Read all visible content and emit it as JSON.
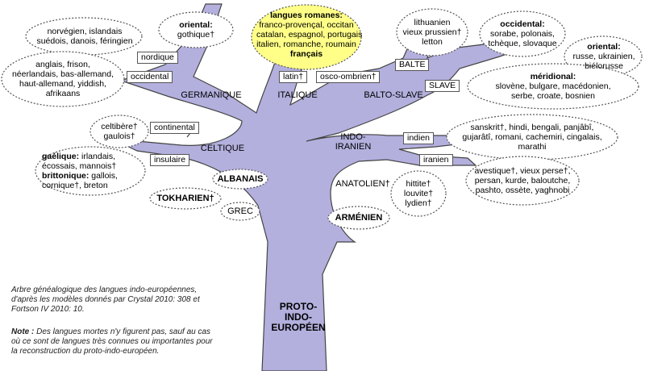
{
  "colors": {
    "tree": "#b3b0de",
    "highlight": "#ffff88",
    "outline": "#444444"
  },
  "root": [
    "PROTO-",
    "INDO-",
    "EUROPÉEN"
  ],
  "branches": {
    "germanique": "GERMANIQUE",
    "italique": "ITALIQUE",
    "balto_slave": "BALTO-SLAVE",
    "celtique": "CELTIQUE",
    "indo_iranien": [
      "INDO-",
      "IRANIEN"
    ],
    "anatolien": "ANATOLIEN†",
    "albanais": "ALBANAIS",
    "tokharien": "TOKHARIEN†",
    "grec": "GREC",
    "armenien": "ARMÉNIEN"
  },
  "boxes": {
    "nordique": "nordique",
    "occidental": "occidental",
    "latin": "latin†",
    "osco_ombrien": "osco-ombrien†",
    "balte": "BALTE",
    "slave": "SLAVE",
    "continental": "continental",
    "insulaire": "insulaire",
    "indien": "indien",
    "iranien": "iranien"
  },
  "clouds": {
    "oriental_germ": {
      "head": "oriental:",
      "lines": [
        "gothique†"
      ]
    },
    "nordique_langs": [
      "norvégien, islandais",
      "suédois, danois, féringien"
    ],
    "occidental_germ": [
      "anglais, frison,",
      "néerlandais, bas-allemand,",
      "haut-allemand, yiddish,",
      "afrikaans"
    ],
    "romanes": {
      "head": "langues romanes:",
      "lines": [
        "franco-provençal, occitan",
        "catalan, espagnol, portugais",
        "italien, romanche, roumain"
      ],
      "tail": "français"
    },
    "baltic": [
      "lithuanien",
      "vieux prussien†",
      "letton"
    ],
    "slave_occ": {
      "head": "occidental:",
      "lines": [
        "sorabe, polonais,",
        "tchèque, slovaque"
      ]
    },
    "slave_or": {
      "head": "oriental:",
      "lines": [
        "russe, ukrainien,",
        "biélorusse"
      ]
    },
    "slave_mer": {
      "head": "méridional:",
      "lines": [
        "slovène, bulgare, macédonien,",
        "serbe, croate, bosnien"
      ]
    },
    "celt_cont": [
      "celtibère†",
      "gaulois†"
    ],
    "celt_ins": {
      "gael_head": "gaélique:",
      "gael_1": " irlandais,",
      "gael_2": "écossais, mannois†",
      "brit_head": "brittonique:",
      "brit_1": " gallois,",
      "brit_2": "cornique†, breton"
    },
    "indien_langs": [
      "sanskrit†, hindi, bengali, panjâbî,",
      "gujarâtî, romani, cachemiri, cingalais,",
      "marathi"
    ],
    "iranien_langs": [
      "avestique†, vieux perse†,",
      "persan, kurde, baloutche,",
      "pashto, ossète, yaghnobi"
    ],
    "anatol_langs": [
      "hittite†",
      "louvite†",
      "lydien†"
    ]
  },
  "caption": {
    "p1": [
      "Arbre généalogique des langues indo-européennes,",
      "d'après les modèles donnés par Crystal 2010: 308 et",
      "Fortson IV 2010: 10."
    ],
    "note_head": "Note :",
    "p2": [
      " Des langues mortes n'y figurent pas, sauf au cas",
      "où ce sont de langues très connues ou importantes pour",
      "la reconstruction du proto-indo-européen."
    ]
  }
}
